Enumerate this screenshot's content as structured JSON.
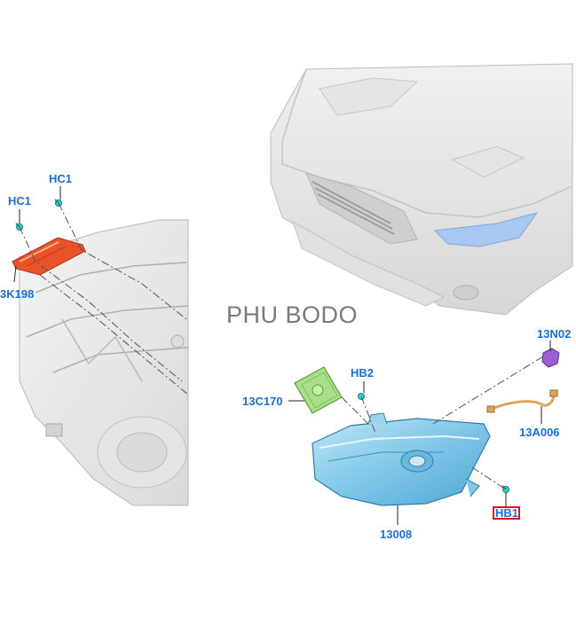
{
  "watermark": "PHU BODO",
  "callouts": {
    "hc1_top": "HC1",
    "hc1_left": "HC1",
    "part_13k198": "3K198",
    "hb2": "HB2",
    "part_13c170": "13C170",
    "part_13n021": "13N02",
    "part_13a006": "13A006",
    "part_13008": "13008",
    "hb1": "HB1"
  },
  "colors": {
    "callout_text": "#1a6fd1",
    "highlight_box": "#e0141e",
    "module_orange": "#e8532a",
    "ballast_green": "#a9e08a",
    "headlamp_blue": "#8fd0ee",
    "connector_purple": "#9b5fd0",
    "wire_orange": "#e2a45c",
    "fastener_cyan": "#2fd6d6"
  },
  "icons": {
    "fastener": "clip-fastener-icon",
    "connector": "purple-connector-icon"
  }
}
